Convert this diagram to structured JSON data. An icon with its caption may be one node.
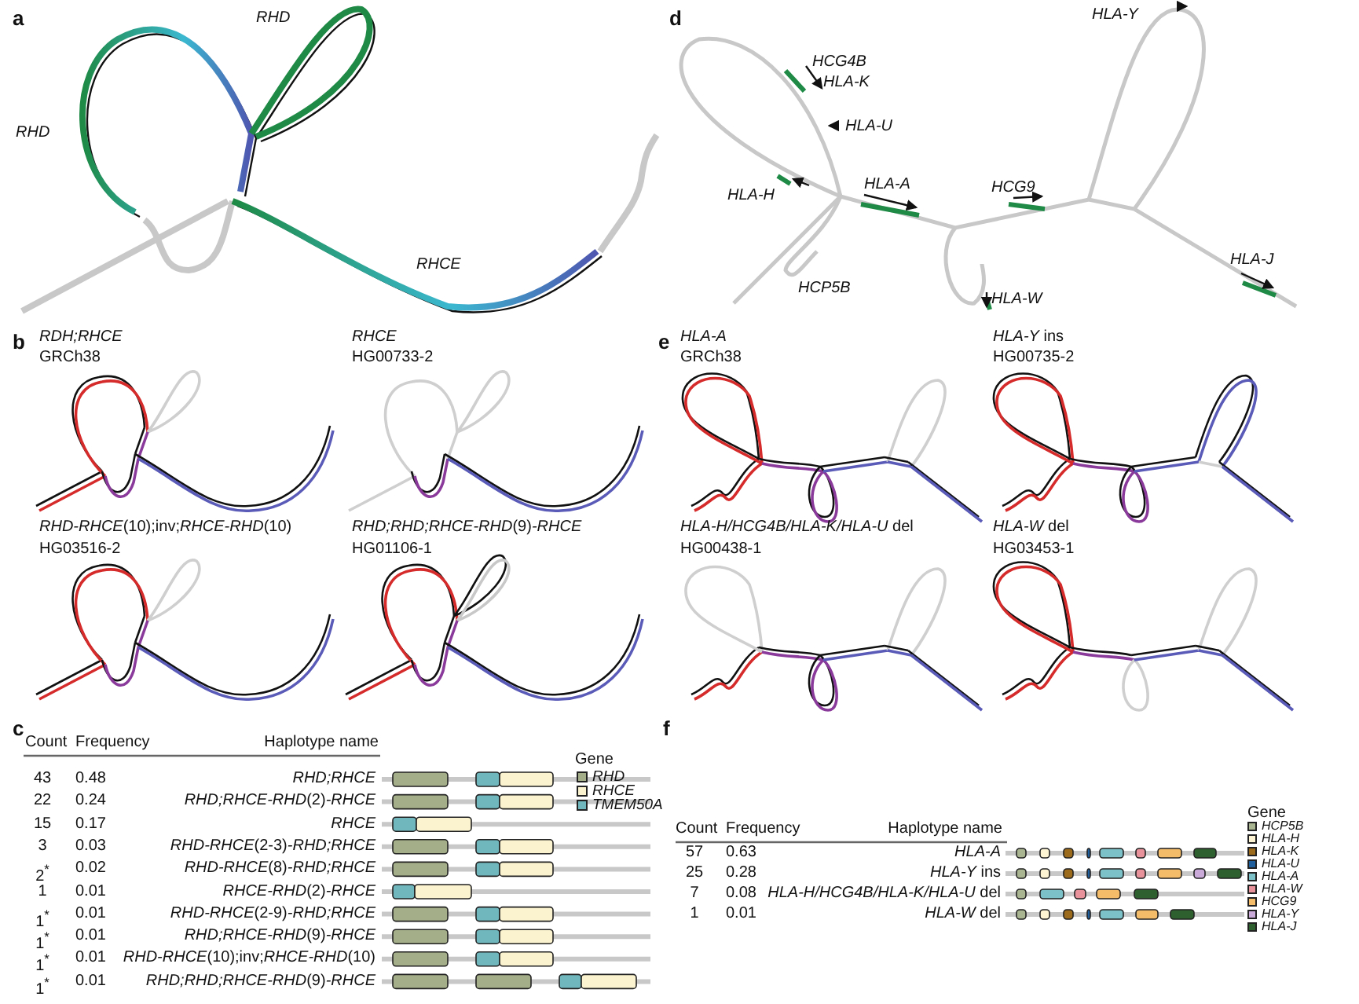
{
  "diagram": {
    "labels": [
      "a",
      "RHD",
      "RHD",
      "RHCE",
      "d",
      "HLA-Y",
      "HCG4B",
      "HLA-K",
      "HLA-U",
      "HLA-H",
      "HLA-A",
      "HCG9",
      "HLA-J",
      "HCP5B",
      "HLA-W",
      "b",
      "RDH;RHCE",
      "GRCh38",
      "RHCE",
      "HG00733-2",
      "e",
      "HLA-A",
      "GRCh38",
      "*HLA-Y* ins",
      "HG00735-2",
      "*RHD-RHCE*(10);inv;*RHCE-RHD*(10)",
      "HG03516-2",
      "*RHD;RHD;RHCE-RHD*(9)*-RHCE*",
      "HG01106-1",
      "*HLA-H/HCG4B/HLA-K/HLA-U* del",
      "HG00438-1",
      "*HLA-W* del",
      "HG03453-1",
      "c",
      "Count",
      "Frequency",
      "Haplotype name",
      "43",
      "0.48",
      "RHD;RHCE",
      "22",
      "0.24",
      "*RHD;RHCE-RHD*(2)*-RHCE*",
      "15",
      "0.17",
      "RHCE",
      "3",
      "0.03",
      "*RHD-RHCE*(2-3)*-RHD;RHCE*",
      "2$^{*}$",
      "0.02",
      "*RHD-RHCE*(8)*-RHD;RHCE*",
      "1",
      "0.01",
      "*RHCE-RHD*(2)*-RHCE*",
      "1$^{*}$",
      "0.01",
      "*RHD-RHCE*(2-9)*-RHD;RHCE*",
      "1$^{*}$",
      "0.01",
      "*RHD;RHCE-RHD*(9)*-RHCE*",
      "1$^{*}$",
      "0.01",
      "*RHD-RHCE*(10);inv;*RHCE-RHD*(10)",
      "1$^{*}$",
      "0.01",
      "*RHD;RHD;RHCE-RHD*(9)*-RHCE*",
      "Gene",
      "f",
      "Count",
      "Frequency",
      "Haplotype name",
      "57",
      "0.63",
      "HLA-A",
      "25",
      "0.28",
      "*HLA-Y* ins",
      "7",
      "0.08",
      "*HLA-H/HCG4B/HLA-K/HLA-U* del",
      "1",
      "0.01",
      "*HLA-W* del",
      "Gene"
    ],
    "legend": [
      {
        "text": "RHD",
        "color": "#a4ae88"
      },
      {
        "text": "RHCE",
        "color": "#fbf3cf"
      },
      {
        "text": "TMEM50A",
        "color": "#6fb6bd"
      },
      {
        "text": "HCP5B",
        "color": "#a9b490"
      },
      {
        "text": "HLA-H",
        "color": "#fcf4d2"
      },
      {
        "text": "HLA-K",
        "color": "#9c6b1c"
      },
      {
        "text": "HLA-U",
        "color": "#1f5f9e"
      },
      {
        "text": "HLA-A",
        "color": "#7cc1c7"
      },
      {
        "text": "HLA-W",
        "color": "#e8939b"
      },
      {
        "text": "HCG9",
        "color": "#f4bb68"
      },
      {
        "text": "HLA-Y",
        "color": "#c9aad8"
      },
      {
        "text": "HLA-J",
        "color": "#2e5f2e"
      }
    ]
  }
}
